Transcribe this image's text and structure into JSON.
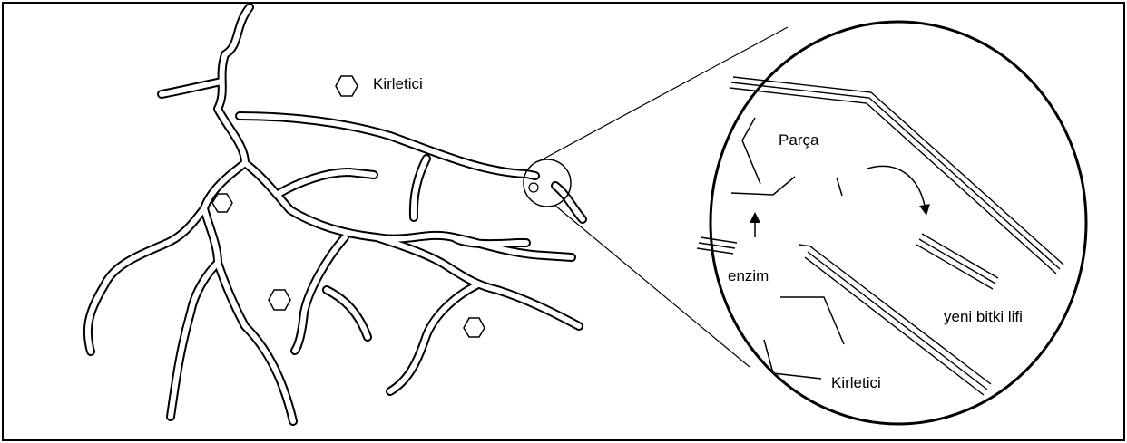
{
  "labels": {
    "pollutant_top": "Kirletici",
    "fragment": "Parça",
    "enzyme": "enzim",
    "new_fiber": "yeni bitki lifi",
    "pollutant_zoom": "Kirletici"
  },
  "icons": {
    "pollutant": "hexagon-icon",
    "enzyme_direction": "arrow-up-icon",
    "reaction_direction": "curved-arrow-icon"
  },
  "colors": {
    "stroke": "#000000",
    "background": "#ffffff"
  }
}
